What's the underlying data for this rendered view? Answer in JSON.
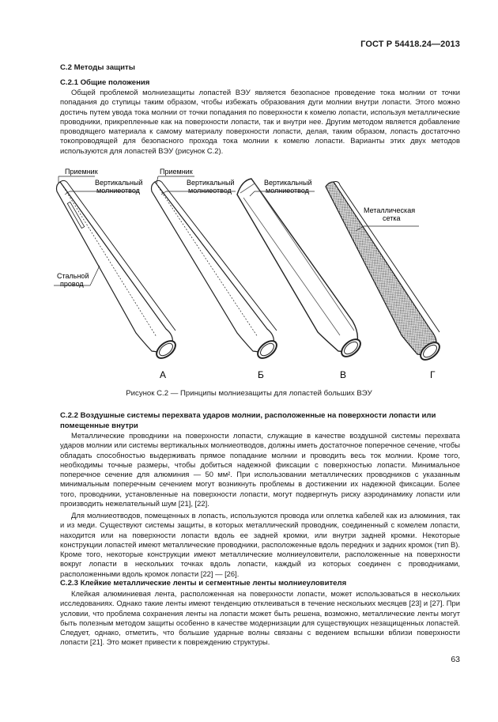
{
  "header": "ГОСТ Р 54418.24—2013",
  "section_c2": "С.2 Методы защиты",
  "section_c21": "С.2.1 Общие положения",
  "para_c21": "Общей проблемой молниезащиты лопастей ВЭУ является безопасное проведение тока молнии от точки попадания до ступицы таким образом, чтобы избежать образования дуги молнии внутри лопасти. Этого можно достичь путем увода тока молнии от точки попадания по поверхности к комелю лопасти, используя металлические проводники, прикрепленные как на поверхности лопасти, так и внутри нее. Другим методом является добавление проводящего материала к самому материалу поверхности лопасти, делая, таким образом, лопасть достаточно токопроводящей для безопасного прохода тока молнии к комелю лопасти. Варианты этих двух методов используются для лопастей ВЭУ (рисунок С.2).",
  "figure": {
    "label_receiver": "Приемник",
    "label_vertical_1": "Вертикальный",
    "label_vertical_2": "молниеотвод",
    "label_steel_1": "Стальной",
    "label_steel_2": "провод",
    "label_mesh_1": "Металлическая",
    "label_mesh_2": "сетка",
    "letter_a": "А",
    "letter_b": "Б",
    "letter_v": "В",
    "letter_g": "Г"
  },
  "figure_caption": "Рисунок С.2 — Принципы молниезащиты для лопастей больших ВЭУ",
  "section_c22": "С.2.2 Воздушные системы перехвата ударов молнии, расположенные на поверхности лопасти или помещенные внутри",
  "para_c22_1": "Металлические проводники на поверхности лопасти, служащие в качестве воздушной системы перехвата ударов молнии или системы вертикальных молниеотводов, должны иметь достаточное поперечное сечение, чтобы обладать способностью выдерживать прямое попадание молнии и проводить весь ток молнии. Кроме того, необходимы точные размеры, чтобы добиться надежной фиксации с поверхностью лопасти. Минимальное поперечное сечение для алюминия — 50 мм². При использовании металлических проводников с указанным минимальным поперечным сечением могут возникнуть проблемы в достижении их надежной фиксации. Более того, проводники, установленные на поверхности лопасти, могут подвергнуть риску аэродинамику лопасти или производить нежелательный шум [21], [22].",
  "para_c22_2": "Для молниеотводов, помещенных в лопасть, используются провода или оплетка кабелей как из алюминия, так и из меди. Существуют системы защиты, в которых металлический проводник, соединенный с комелем лопасти, находится или на поверхности лопасти вдоль ее задней кромки, или внутри задней кромки. Некоторые конструкции лопастей имеют металлические проводники, расположенные вдоль передних и задних кромок (тип В). Кроме того, некоторые конструкции имеют металлические молниеуловители, расположенные на поверхности вокруг лопасти в нескольких точках вдоль лопасти, каждый из которых соединен с проводниками, расположенными вдоль кромок лопасти [22] — [26].",
  "section_c23": "С.2.3 Клейкие металлические ленты и сегментные ленты молниеуловителя",
  "para_c23": "Клейкая алюминиевая лента, расположенная на поверхности лопасти, может использоваться в нескольких исследованиях. Однако такие ленты имеют тенденцию отклеиваться в течение нескольких месяцев [23] и [27]. При условии, что проблема сохранения ленты на лопасти может быть решена, возможно, металлические ленты могут быть полезным методом защиты особенно в качестве модернизации для существующих незащищенных лопастей. Следует, однако, отметить, что большие ударные волны связаны с ведением вспышки вблизи поверхности лопасти [21]. Это может привести к повреждению структуры.",
  "page_number": "63"
}
